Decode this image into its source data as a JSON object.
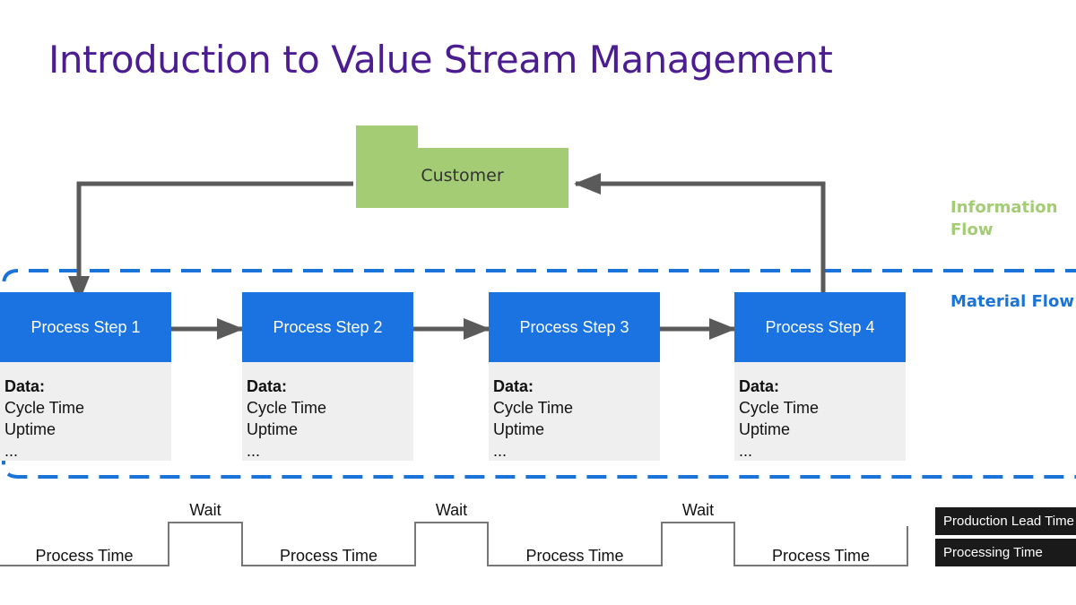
{
  "title": "Introduction to Value Stream Management",
  "customer": {
    "label": "Customer"
  },
  "flows": {
    "information_line1": "Information",
    "information_line2": "Flow",
    "material": "Material Flow"
  },
  "steps": [
    {
      "label": "Process Step 1",
      "data_title": "Data:",
      "line1": "Cycle Time",
      "line2": "Uptime",
      "line3": "..."
    },
    {
      "label": "Process Step 2",
      "data_title": "Data:",
      "line1": "Cycle Time",
      "line2": "Uptime",
      "line3": "..."
    },
    {
      "label": "Process Step 3",
      "data_title": "Data:",
      "line1": "Cycle Time",
      "line2": "Uptime",
      "line3": "..."
    },
    {
      "label": "Process Step 4",
      "data_title": "Data:",
      "line1": "Cycle Time",
      "line2": "Uptime",
      "line3": "..."
    }
  ],
  "timeline": {
    "process_label": "Process Time",
    "wait_label": "Wait"
  },
  "legend": {
    "production_lead_time": "Production Lead Time",
    "processing_time": "Processing Time"
  },
  "colors": {
    "title": "#4b1d91",
    "customer_fill": "#a3cc74",
    "step_fill": "#1a73e0",
    "data_fill": "#efefef",
    "arrow": "#5a5a5a",
    "dashed_border": "#1a73d9",
    "information_flow": "#a3cc74",
    "material_flow": "#1a73d9"
  }
}
